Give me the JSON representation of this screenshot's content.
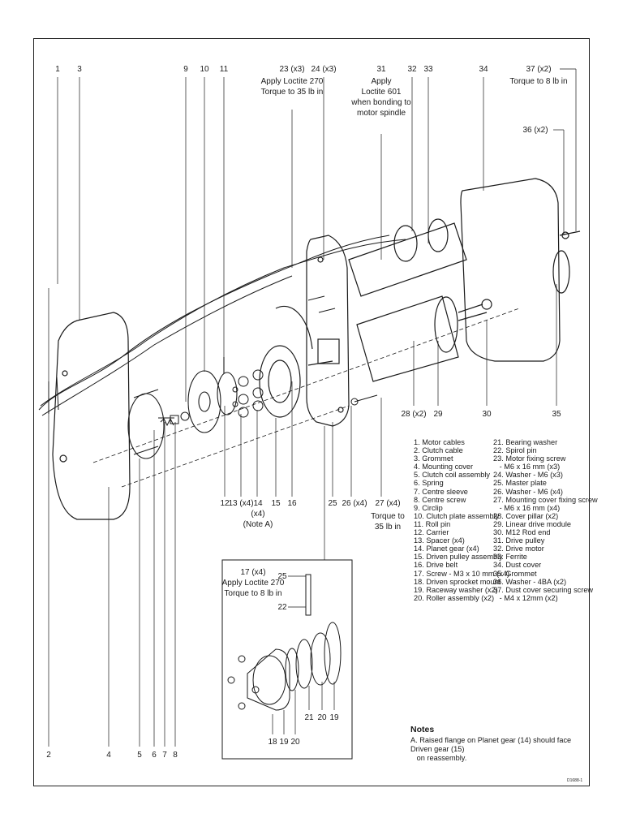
{
  "callouts": {
    "c1": "1",
    "c3": "3",
    "c9": "9",
    "c10": "10",
    "c11": "11",
    "c23": "23 (x3)",
    "c24": "24 (x3)",
    "c31": "31",
    "c32": "32",
    "c33": "33",
    "c34": "34",
    "c37": "37 (x2)",
    "c36": "36 (x2)",
    "c28": "28 (x2)",
    "c29": "29",
    "c30": "30",
    "c35": "35",
    "c12": "12",
    "c13": "13 (x4)",
    "c14": "14",
    "c14b": "(x4)",
    "c14c": "(Note A)",
    "c15": "15",
    "c16": "16",
    "c25": "25",
    "c26": "26 (x4)",
    "c27": "27 (x4)",
    "c2": "2",
    "c4": "4",
    "c5": "5",
    "c6": "6",
    "c7": "7",
    "c8": "8",
    "c17": "17 (x4)",
    "c25i": "25",
    "c22i": "22",
    "c21i": "21",
    "c20i": "20",
    "c19i": "19",
    "c18i": "18",
    "c19b": "19",
    "c20b": "20"
  },
  "notes_on_drawing": {
    "n23a": "Apply Loctite 270",
    "n23b": "Torque to 35 lb in",
    "n31a": "Apply",
    "n31b": "Loctite 601",
    "n31c": "when bonding to",
    "n31d": "motor spindle",
    "n37": "Torque to 8 lb in",
    "n27a": "Torque to",
    "n27b": "35 lb in",
    "n17a": "Apply Loctite 270",
    "n17b": "Torque to 8 lb in"
  },
  "legend_left": [
    "1. Motor cables",
    "2. Clutch cable",
    "3. Grommet",
    "4. Mounting cover",
    "5. Clutch coil assembly",
    "6. Spring",
    "7. Centre sleeve",
    "8. Centre screw",
    "9. Circlip",
    "10. Clutch plate assembly",
    "11. Roll pin",
    "12. Carrier",
    "13. Spacer (x4)",
    "14. Planet gear (x4)",
    "15. Driven pulley assembly",
    "16. Drive belt",
    "17. Screw - M3 x 10 mm (x4)",
    "18. Driven sprocket mount",
    "19. Raceway washer (x2)",
    "20. Roller assembly (x2)"
  ],
  "legend_right": [
    "21. Bearing washer",
    "22. Spirol pin",
    "23. Motor fixing screw",
    "   - M6 x 16 mm (x3)",
    "24. Washer - M6 (x3)",
    "25. Master plate",
    "26. Washer - M6 (x4)",
    "27. Mounting cover fixing screw",
    "   - M6 x 16 mm (x4)",
    "28. Cover pillar (x2)",
    "29. Linear drive module",
    "30. M12 Rod end",
    "31. Drive pulley",
    "32. Drive motor",
    "33. Ferrite",
    "34. Dust cover",
    "35. Grommet",
    "36. Washer - 4BA (x2)",
    "37. Dust cover securing screw",
    "   - M4 x 12mm (x2)"
  ],
  "notes": {
    "title": "Notes",
    "line1": "A. Raised flange on Planet gear (14) should face Driven gear (15)",
    "line2": "   on reassembly."
  },
  "figure_code": "D1688-1"
}
